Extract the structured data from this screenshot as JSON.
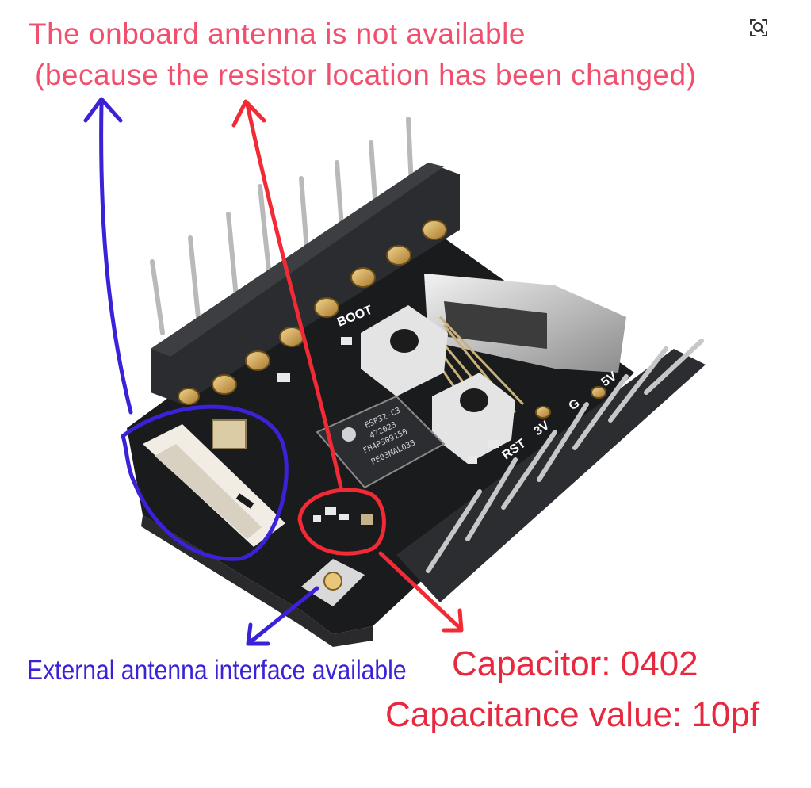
{
  "annotations": {
    "title_line_1": "The onboard antenna is not available",
    "title_line_2": "(because the resistor location has been changed)",
    "external_antenna": "External antenna interface available",
    "capacitor_type": "Capacitor: 0402",
    "capacitance_value": "Capacitance value: 10pf"
  },
  "board": {
    "silkscreen_boot": "BOOT",
    "silkscreen_rst": "RST",
    "silkscreen_3v": "3V",
    "silkscreen_g": "G",
    "silkscreen_5v": "5V",
    "chip_marking_1": "ESP32-C3",
    "chip_marking_2": "472023",
    "chip_marking_3": "FH4PS09150",
    "chip_marking_4": "PE03MAL033"
  },
  "colors": {
    "red_annotation": "#e8283e",
    "pink_text": "#f0506e",
    "blue_annotation": "#3a22d8",
    "pcb": "#1a1b1d"
  },
  "icons": {
    "zoom": "zoom-magnifier-icon"
  }
}
